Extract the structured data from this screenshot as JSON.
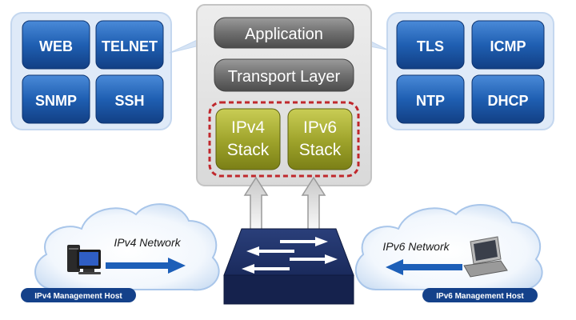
{
  "left_protocols": [
    "WEB",
    "TELNET",
    "SNMP",
    "SSH"
  ],
  "right_protocols": [
    "TLS",
    "ICMP",
    "NTP",
    "DHCP"
  ],
  "stack": {
    "application": "Application",
    "transport": "Transport Layer",
    "ipv4_line1": "IPv4",
    "ipv4_line2": "Stack",
    "ipv6_line1": "IPv6",
    "ipv6_line2": "Stack"
  },
  "left_network": {
    "label": "IPv4 Network",
    "host_label": "IPv4 Management Host"
  },
  "right_network": {
    "label": "IPv6 Network",
    "host_label": "IPv6 Management Host"
  },
  "colors": {
    "button_blue": "#1f5fb2",
    "panel_blue": "#dde9f8",
    "stack_green": "#a3a82a",
    "dashed_red": "#c0282d",
    "switch_navy": "#1d2f66",
    "network_arrow": "#1d5fb8"
  },
  "icons": [
    "computer-icon",
    "laptop-icon",
    "switch-icon"
  ]
}
